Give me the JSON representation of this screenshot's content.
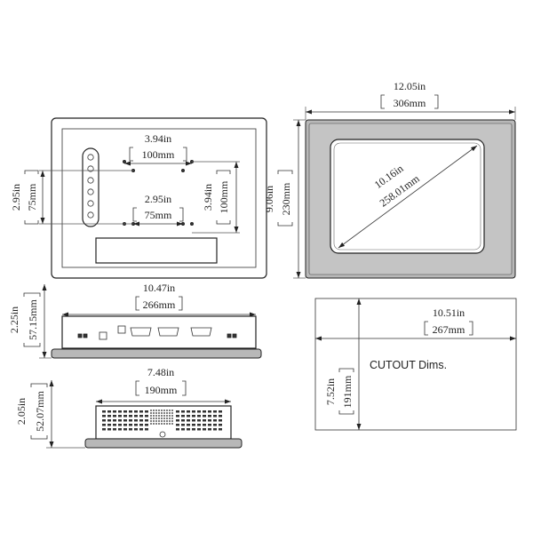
{
  "dimensions": {
    "front_width": {
      "in": "12.05in",
      "mm": "306mm"
    },
    "front_height": {
      "in": "9.06in",
      "mm": "230mm"
    },
    "diagonal": {
      "in": "10.16in",
      "mm": "258.01mm"
    },
    "back_vesa_horizontal_large": {
      "in": "3.94in",
      "mm": "100mm"
    },
    "back_vesa_vertical_large": {
      "in": "3.94in",
      "mm": "100mm"
    },
    "back_vesa_horizontal_small": {
      "in": "2.95in",
      "mm": "75mm"
    },
    "back_vesa_vertical_small": {
      "in": "2.95in",
      "mm": "75mm"
    },
    "bottom_width": {
      "in": "10.47in",
      "mm": "266mm"
    },
    "bottom_depth": {
      "in": "2.25in",
      "mm": "57.15mm"
    },
    "side_width": {
      "in": "7.48in",
      "mm": "190mm"
    },
    "side_depth": {
      "in": "2.05in",
      "mm": "52.07mm"
    },
    "cutout_width": {
      "in": "10.51in",
      "mm": "267mm"
    },
    "cutout_height": {
      "in": "7.52in",
      "mm": "191mm"
    }
  },
  "cutout_label": "CUTOUT Dims."
}
